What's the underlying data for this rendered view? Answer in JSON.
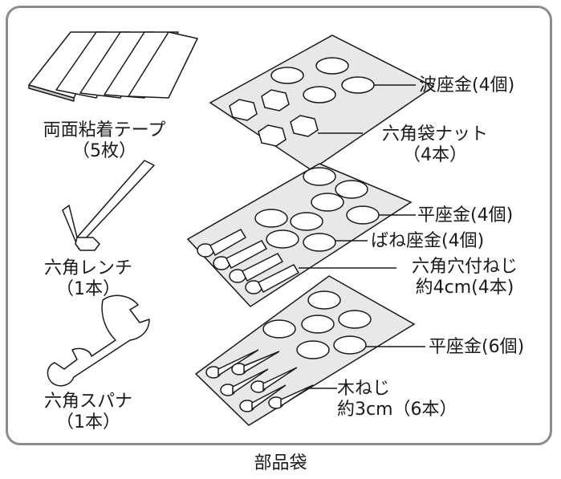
{
  "caption": "部品袋",
  "parts": {
    "double_sided_tape": {
      "name": "両面粘着テープ",
      "qty": "（5枚）"
    },
    "hex_wrench": {
      "name": "六角レンチ",
      "qty": "（1本）"
    },
    "hex_spanner": {
      "name": "六角スパナ",
      "qty": "（1本）"
    },
    "wave_washer": {
      "label": "波座金(4個)"
    },
    "hex_cap_nut": {
      "name": "六角袋ナット",
      "qty": "（4本）"
    },
    "flat_washer_4": {
      "label": "平座金(4個)"
    },
    "spring_washer": {
      "label": "ばね座金(4個)"
    },
    "hex_socket_bolt": {
      "name": "六角穴付ねじ",
      "qty": "約4cm(4本)"
    },
    "flat_washer_6": {
      "label": "平座金(6個)"
    },
    "wood_screw": {
      "name": "木ねじ",
      "qty": "約3cm（6本）"
    }
  },
  "colors": {
    "frame": "#8c8c8c",
    "bag_fill": "#e8e8e8",
    "line": "#1a1a1a",
    "part_fill": "#ffffff"
  }
}
